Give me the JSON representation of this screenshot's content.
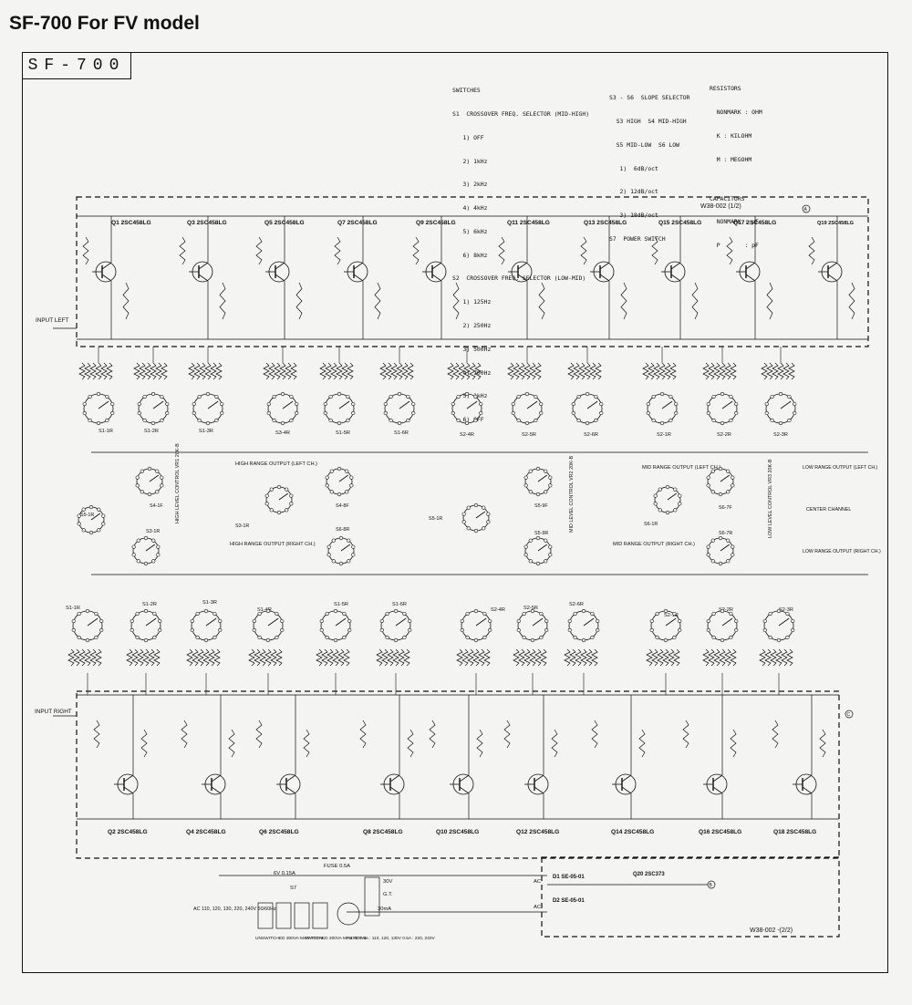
{
  "header": {
    "title": "SF-700 For FV model",
    "frame_label": "SF-700"
  },
  "legend": {
    "switches": [
      "SWITCHES",
      "S1  CROSSOVER FREQ. SELECTOR (MID-HIGH)",
      "   1) OFF",
      "   2) 1kHz",
      "   3) 2kHz",
      "   4) 4kHz",
      "   5) 6kHz",
      "   6) 8kHz",
      "S2  CROSSOVER FREQ. SELECTOR (LOW-MID)",
      "   1) 125Hz",
      "   2) 250Hz",
      "   3) 500Hz",
      "   4) 700Hz",
      "   5) 1kHz",
      "   6) OFF"
    ],
    "slope": [
      "S3 - S6  SLOPE SELECTOR",
      "  S3 HIGH  S4 MID-HIGH",
      "  S5 MID-LOW  S6 LOW",
      "   1)  6dB/oct",
      "   2) 12dB/oct",
      "   3) 18dB/oct",
      "S7  POWER SWITCH"
    ],
    "resistors": [
      "RESISTORS",
      "  NONMARK : OHM",
      "  K : KILOHM",
      "  M : MEGOHM",
      "",
      "CAPACITORS",
      "  NONMARK : µF",
      "  P       : pF"
    ]
  },
  "boards": {
    "upper": "W38-002 (1/2)",
    "lower": "W38-002 -(2/2)"
  },
  "inputs": {
    "left": "INPUT LEFT",
    "right": "INPUT RIGHT"
  },
  "transistors": {
    "upper": [
      "Q1 2SC458LG",
      "Q3 2SC458LG",
      "Q5 2SC458LG",
      "Q7 2SC458LG",
      "Q9 2SC458LG",
      "Q11 2SC458LG",
      "Q13 2SC458LG",
      "Q15 2SC458LG",
      "Q17 2SC458LG",
      "Q19 2SC458LG"
    ],
    "lower": [
      "Q2 2SC458LG",
      "Q4 2SC458LG",
      "Q6 2SC458LG",
      "Q8 2SC458LG",
      "Q10 2SC458LG",
      "Q12 2SC458LG",
      "Q14 2SC458LG",
      "Q16 2SC458LG",
      "Q18 2SC458LG"
    ]
  },
  "outputs": [
    "HIGH RANGE OUTPUT (LEFT CH.)",
    "HIGH RANGE OUTPUT (RIGHT CH.)",
    "MID RANGE OUTPUT (LEFT CH.)",
    "MID RANGE OUTPUT (RIGHT CH.)",
    "LOW RANGE OUTPUT (LEFT CH.)",
    "LOW RANGE OUTPUT (RIGHT CH.)",
    "CENTER CHANNEL"
  ],
  "controls": [
    "HIGH LEVEL CONTROL VR1 20K-B",
    "MID LEVEL CONTROL VR2 20K-B",
    "LOW LEVEL CONTROL VR3 20K-B"
  ],
  "switch_decks_upper": [
    "S1-1R",
    "S1-2R",
    "S1-3R",
    "S3-4R",
    "S1-5R",
    "S1-6R",
    "S2-4R",
    "S2-5R",
    "S2-6R",
    "S2-1R",
    "S2-2R",
    "S2-3R"
  ],
  "switch_decks_middle": [
    "S4-1F",
    "S3-1R",
    "S4-8F",
    "S6-8R",
    "S5-9F",
    "S5-9R",
    "S5-1R",
    "S6-7F",
    "S6-7R",
    "S3-1R",
    "S5-1R",
    "S6-1R"
  ],
  "switch_decks_lower": [
    "S1-1R",
    "S1-2R",
    "S1-3R",
    "S1-4R",
    "S1-5R",
    "S1-6R",
    "S2-4R",
    "S2-5R",
    "S2-6R",
    "S2-1R",
    "S2-2R",
    "S2-3R"
  ],
  "power": {
    "fuse_1": "6V 0.15A",
    "fuse_2": "FUSE 0.5A",
    "ac_input": "AC 110, 120, 130, 220, 240V 50/60Hz",
    "unswitched": "UNSWITCHED 300VA MAX TOTAL",
    "switched": "SWITCHED 300VA MAX TOTAL",
    "fuse_note": "FUSE 0.3A : 110, 120, 130V 0.5A : 220, 240V",
    "power_switch": "S7",
    "ac_top": "AC",
    "ac_bottom": "AC",
    "v30": "30V",
    "gt": "G.T.",
    "ma": "30mA",
    "d1": "D1 SE-05-01",
    "d2": "D2 SE-05-01",
    "q_reg": "Q20 2SC373",
    "node_b": "B",
    "node_a": "A",
    "node_c": "C"
  }
}
